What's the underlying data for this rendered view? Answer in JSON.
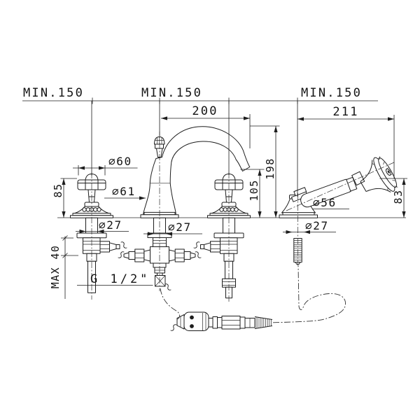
{
  "drawing": {
    "title": "3-hole bath rim faucet with hand shower - dimension drawing",
    "units": "mm",
    "ink_color": "#1d1d1d",
    "background": "#ffffff"
  },
  "dims": {
    "min150_left": "MIN.150",
    "min150_center": "MIN.150",
    "min150_right": "MIN.150",
    "spout_reach": "200",
    "shower_reach": "211",
    "handle_dia": "∅60",
    "spout_base_dia": "∅61",
    "shank_dia_left": "∅27",
    "shank_dia_center": "∅27",
    "shank_dia_right": "∅27",
    "head_dia": "∅56",
    "handle_height": "85",
    "outlet_height": "105",
    "spout_height": "198",
    "shower_rest_height": "83",
    "deck_max_thickness": "MAX 40",
    "thread": "G 1/2\""
  }
}
